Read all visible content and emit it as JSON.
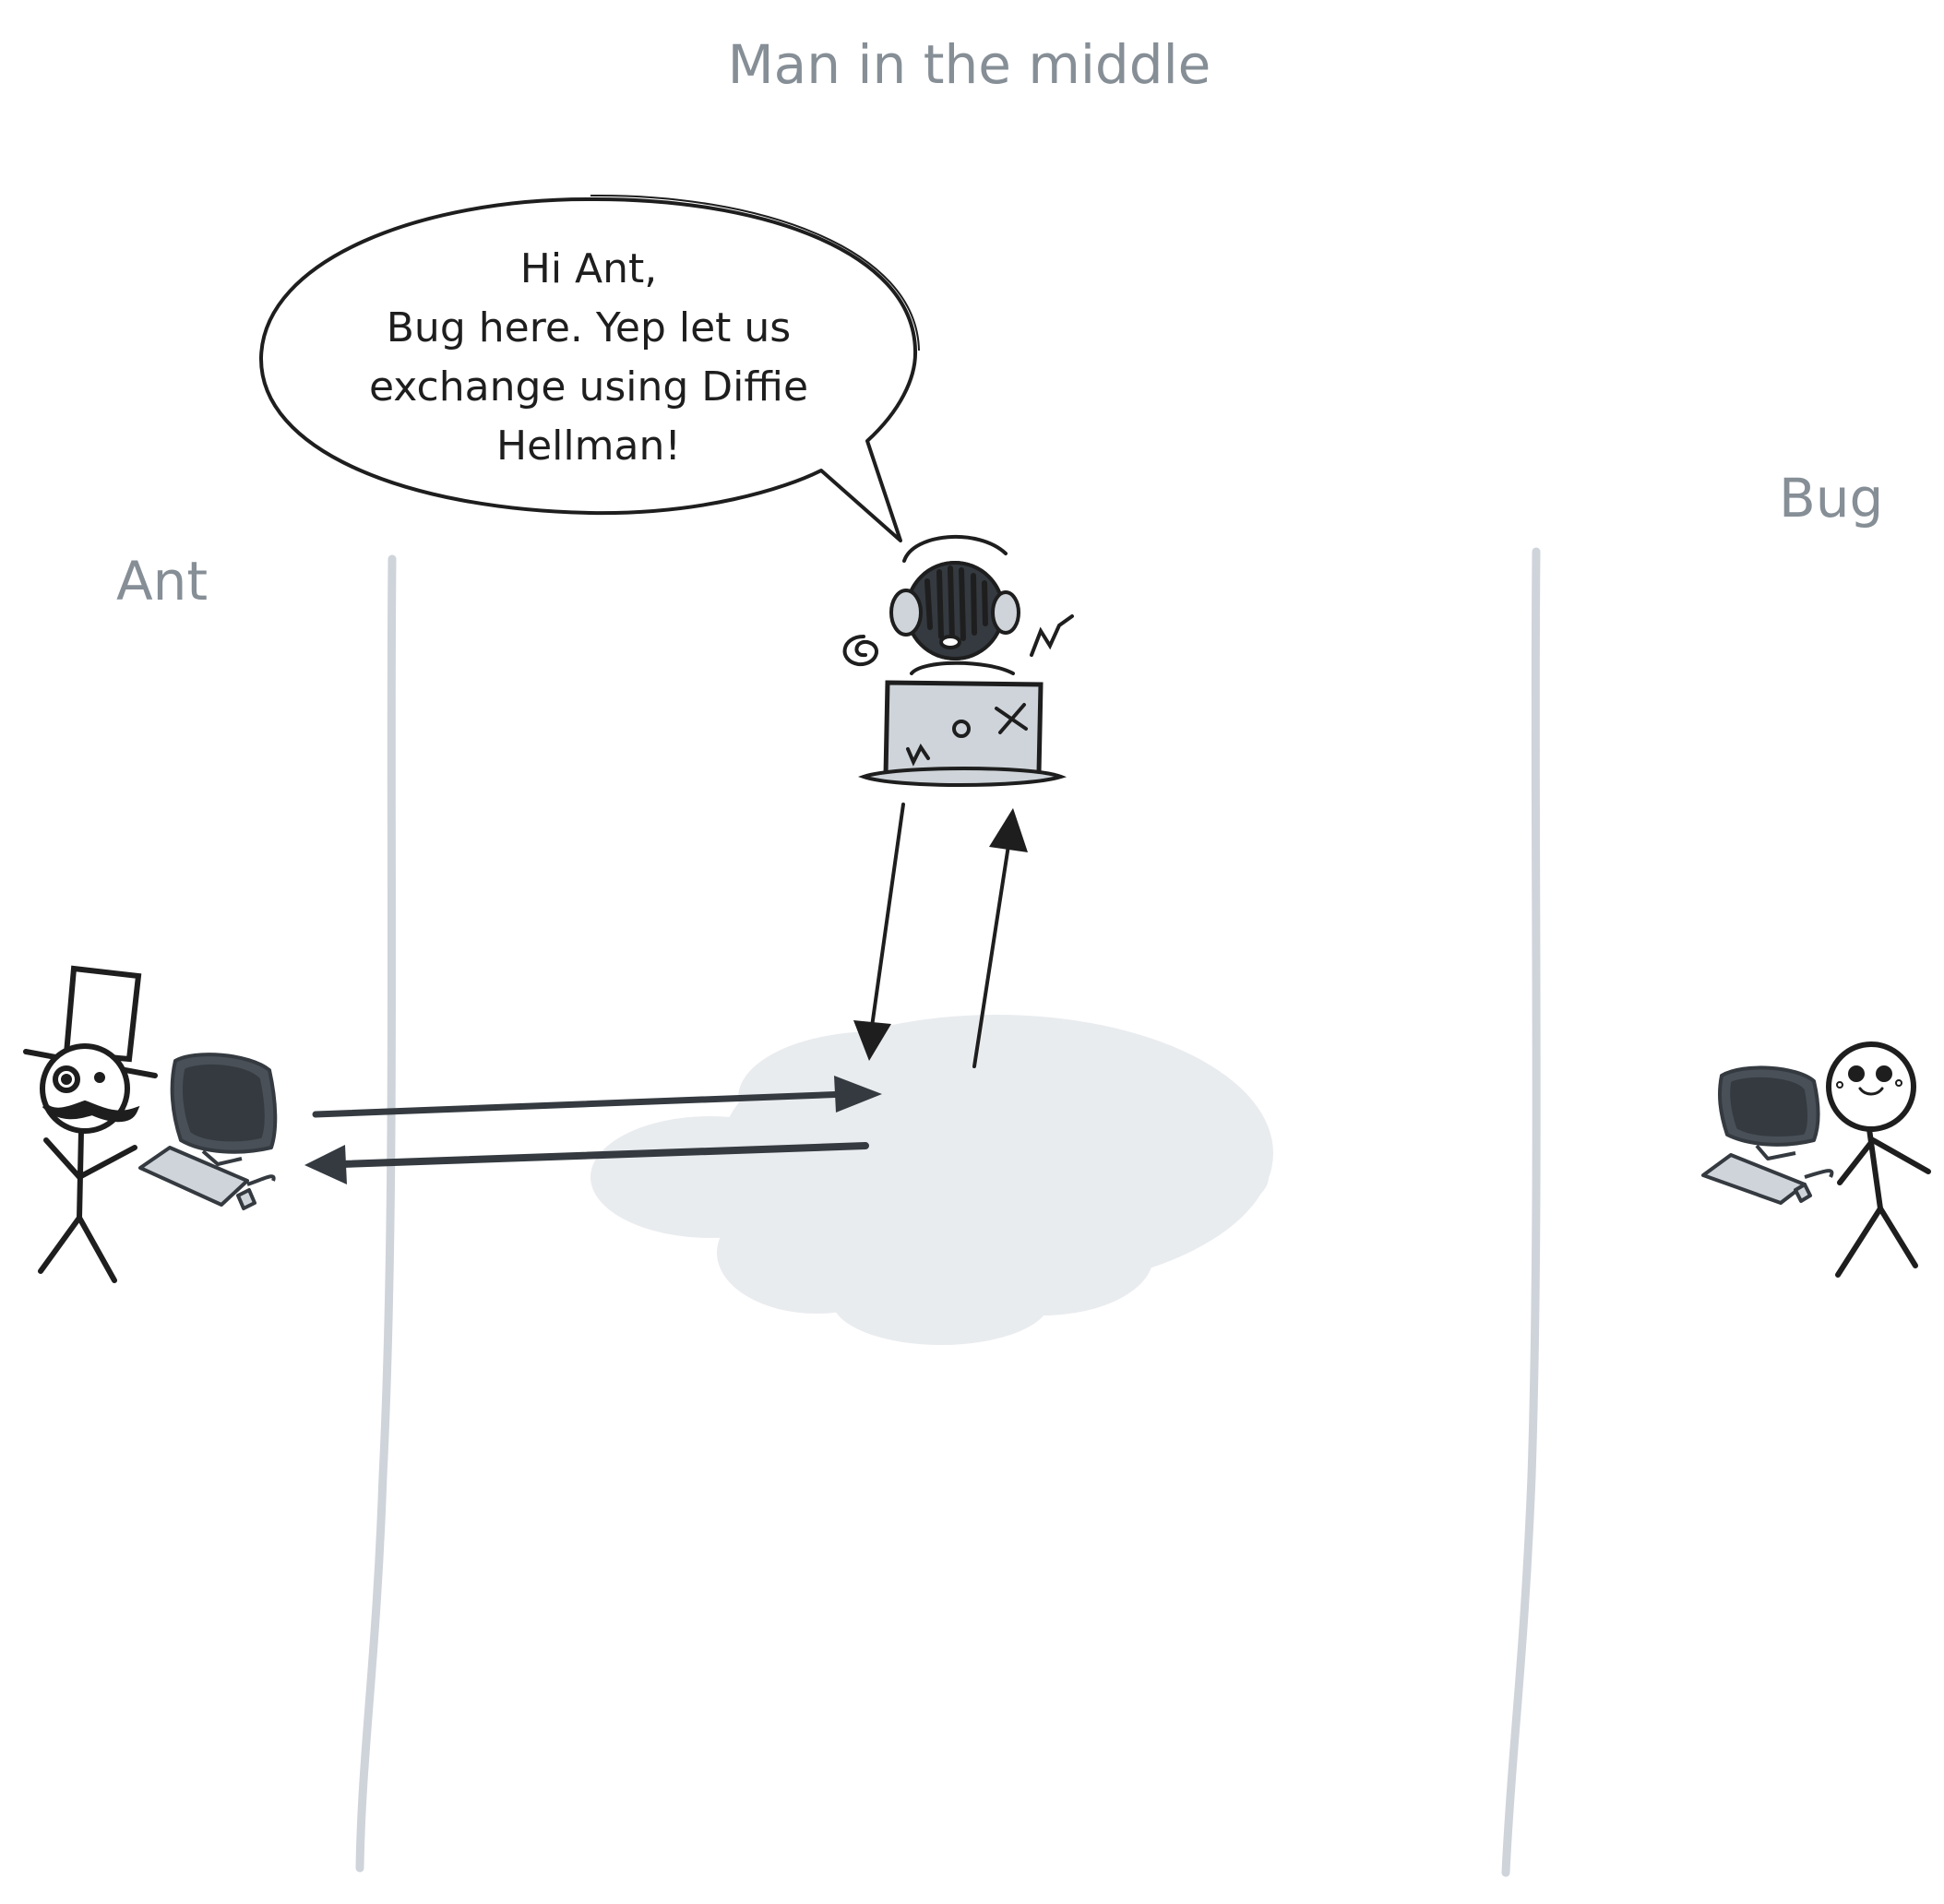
{
  "title": "Man in the middle",
  "participants": {
    "left": "Ant",
    "right": "Bug"
  },
  "speech_bubble": {
    "lines": [
      "Hi Ant,",
      "Bug here. Yep let us",
      "exchange using Diffie",
      "Hellman!"
    ]
  },
  "colors": {
    "label_gray": "#868e96",
    "lifeline_gray": "#ced4da",
    "cloud_fill": "#e9ecef",
    "ink": "#1e1e1e",
    "arrow_dark": "#343a40",
    "screen_dark": "#343a40",
    "device_gray": "#ced4da"
  },
  "icons": [
    "ant-figure-icon",
    "bug-figure-icon",
    "hacker-laptop-icon",
    "network-cloud-icon",
    "desktop-computer-icon"
  ]
}
